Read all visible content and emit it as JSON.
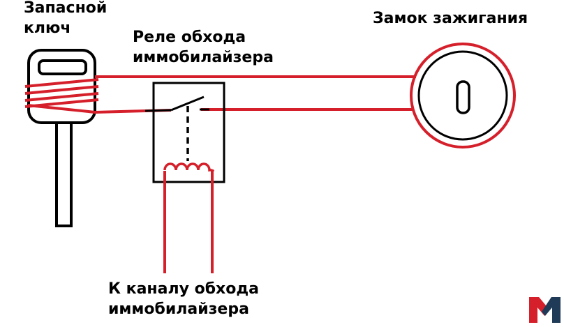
{
  "labels": {
    "spare_key_line1": "Запасной",
    "spare_key_line2": "ключ",
    "relay_line1": "Реле обхода",
    "relay_line2": "иммобилайзера",
    "ignition_lock": "Замок зажигания",
    "bypass_channel_line1": "К каналу обхода",
    "bypass_channel_line2": "иммобилайзера"
  },
  "colors": {
    "wire": "#d51f2a",
    "outline": "#000000",
    "logo_red": "#d51f2a",
    "logo_dark": "#1f3b57"
  },
  "icons": {
    "key": "key-icon",
    "relay": "relay-icon",
    "ignition_lock": "ignition-lock-icon",
    "logo": "m-logo"
  }
}
